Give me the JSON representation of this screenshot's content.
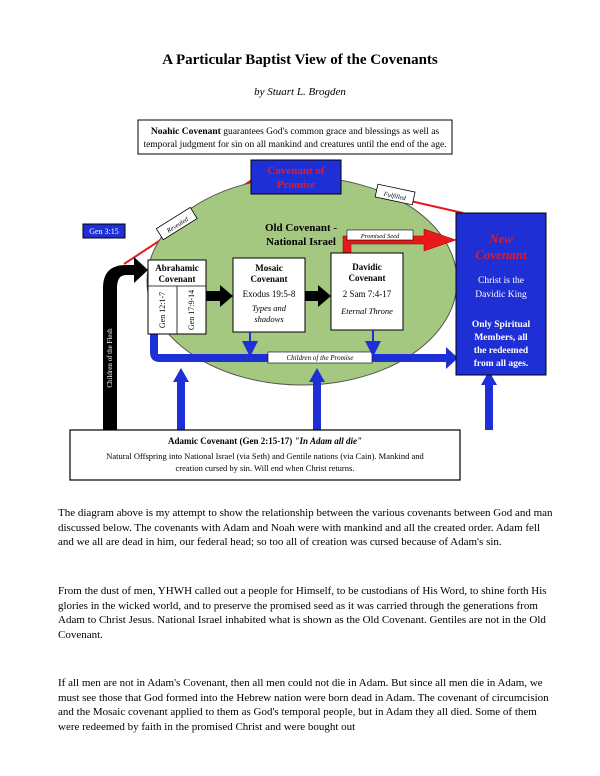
{
  "header": {
    "title": "A Particular Baptist View of the Covenants",
    "author": "by Stuart L. Brogden"
  },
  "diagram": {
    "noahic": {
      "label": "Noahic Covenant",
      "line1_rest": " guarantees God's common grace and blessings as well as",
      "line2": "temporal judgment for sin on all mankind and creatures until the end of the age."
    },
    "promise": {
      "line1": "Covenant of",
      "line2": "Promise"
    },
    "gen315": "Gen 3:15",
    "revealed": "Revealed",
    "fulfilled": "Fulfilled",
    "old_covenant": {
      "line1": "Old Covenant -",
      "line2": "National Israel"
    },
    "promised_seed": "Promised Seed",
    "abrahamic": {
      "line1": "Abrahamic",
      "line2": "Covenant",
      "ref1": "Gen 12:1-7",
      "ref2": "Gen 17:9-14"
    },
    "mosaic": {
      "line1": "Mosaic",
      "line2": "Covenant",
      "ref": "Exodus 19:5-8",
      "note1": "Types and",
      "note2": "shadows"
    },
    "davidic": {
      "line1": "Davidic",
      "line2": "Covenant",
      "ref": "2 Sam 7:4-17",
      "note": "Eternal Throne"
    },
    "new_covenant": {
      "line1": "New",
      "line2": "Covenant",
      "christ1": "Christ is the",
      "christ2": "Davidic King",
      "only1": "Only Spiritual",
      "only2": "Members, all",
      "only3": "the redeemed",
      "only4": "from all ages."
    },
    "children_flesh": "Children of the Flesh",
    "children_promise": "Children of the Promise",
    "adamic": {
      "label": "Adamic Covenant",
      "ref": " (Gen 2:15-17) ",
      "quote": "\"In Adam all die\"",
      "line2": "Natural Offspring into National Israel (via Seth) and Gentile nations (via Cain). Mankind and",
      "line3": "creation cursed by sin. Will end when Christ returns."
    }
  },
  "body": {
    "p1": "The diagram above is my attempt to show the relationship between the various covenants between God and man discussed below. The covenants with Adam and Noah were with mankind and all the created order. Adam fell and we all are dead in him, our federal head; so too all of creation was cursed because of Adam's sin.",
    "p2": "From the dust of men, YHWH called out a people for Himself, to be custodians of His Word, to shine forth His glories in the wicked world, and to preserve the promised seed as it was carried through the generations from Adam to Christ Jesus. National Israel inhabited what is shown as the Old Covenant. Gentiles are not in the Old Covenant.",
    "p3": "If all men are not in Adam's Covenant, then all men could not die in Adam. But since all men die in Adam, we must see those that God formed into the Hebrew nation were born dead in Adam. The covenant of circumcision and the Mosaic covenant applied to them as God's temporal people, but in Adam they all died. Some of them were redeemed by faith in the promised Christ and were bought out"
  },
  "colors": {
    "green": "#a5c880",
    "blue": "#1f2fd6",
    "red": "#e8191b",
    "black": "#000000"
  }
}
